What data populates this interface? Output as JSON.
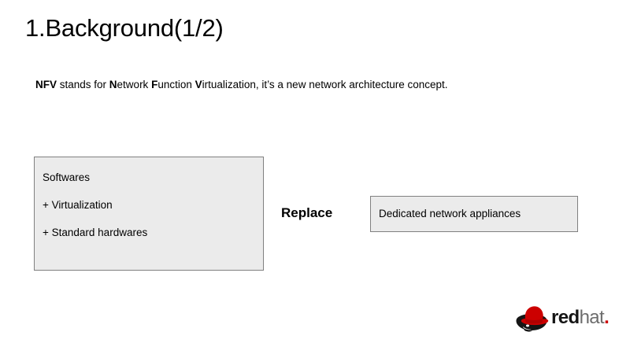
{
  "slide": {
    "title": "1.Background(1/2)",
    "background_color": "#ffffff"
  },
  "body": {
    "sentence_parts": [
      {
        "text": "NFV",
        "bold": true
      },
      {
        "text": " stands for ",
        "bold": false
      },
      {
        "text": "N",
        "bold": true
      },
      {
        "text": "etwork ",
        "bold": false
      },
      {
        "text": "F",
        "bold": true
      },
      {
        "text": "unction ",
        "bold": false
      },
      {
        "text": "V",
        "bold": true
      },
      {
        "text": "irtualization, it’s a new network architecture concept.",
        "bold": false
      }
    ],
    "sentence_plain": "NFV stands for Network Function Virtualization, it’s a new network architecture concept."
  },
  "diagram": {
    "left_box": {
      "lines": [
        "Softwares",
        "+ Virtualization",
        "+ Standard hardwares"
      ],
      "fill_color": "#ebebeb",
      "border_color": "#808080"
    },
    "relation_label": "Replace",
    "right_box": {
      "lines": [
        "Dedicated network appliances"
      ],
      "fill_color": "#ebebeb",
      "border_color": "#808080"
    }
  },
  "logo": {
    "mark_name": "redhat-shadowman-icon",
    "word_red": "red",
    "word_hat": "hat",
    "word_dot": ".",
    "hat_color": "#cc0000",
    "silhouette_color": "#151515",
    "word_hat_color": "#6d6d6d"
  }
}
